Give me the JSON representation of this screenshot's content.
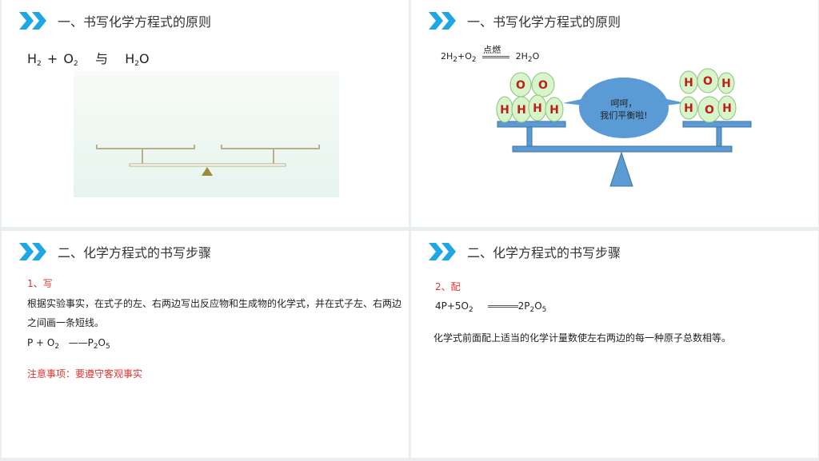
{
  "colors": {
    "accent": "#1ea7e4",
    "red": "#e0332c",
    "scale_blue": "#5b9bd5",
    "atom_fill": "#d6f5c8",
    "atom_text": "#c0201b"
  },
  "panels": [
    {
      "title": "一、书写化学方程式的原则",
      "formula": {
        "a": "H",
        "a_sub": "2",
        "plus": "+",
        "b": "O",
        "b_sub": "2",
        "and": "与",
        "c1": "H",
        "c_sub": "2",
        "c2": "O"
      }
    },
    {
      "title": "一、书写化学方程式的原则",
      "equation": {
        "left": "2H",
        "l_sub": "2",
        "mid": "+O",
        "m_sub": "2",
        "condition": "点燃",
        "right": "2H",
        "r_sub": "2",
        "right2": "O"
      },
      "left_atoms": [
        "O",
        "O",
        "H",
        "H",
        "H",
        "H"
      ],
      "right_atoms": [
        "H",
        "O",
        "H",
        "H",
        "O",
        "H"
      ],
      "bubble": "呵呵，我们平衡啦!"
    },
    {
      "title": "二、化学方程式的书写步骤",
      "step": "1、写",
      "description": "根据实验事实，在式子的左、右两边写出反应物和生成物的化学式，并在式子左、右两边之间画一条短线。",
      "formula": {
        "a": "P + O",
        "a_sub": "2",
        "arrow": "——",
        "p": "P",
        "p_sub": "2",
        "o": "O",
        "o_sub": "5"
      },
      "note": "注意事项：要遵守客观事实"
    },
    {
      "title": "二、化学方程式的书写步骤",
      "step": "2、配",
      "formula": {
        "left": "4P+5O",
        "l_sub": "2",
        "right": "2P",
        "r_sub": "2",
        "o": "O",
        "o_sub": "5"
      },
      "description": "化学式前面配上适当的化学计量数使左右两边的每一种原子总数相等。"
    }
  ]
}
